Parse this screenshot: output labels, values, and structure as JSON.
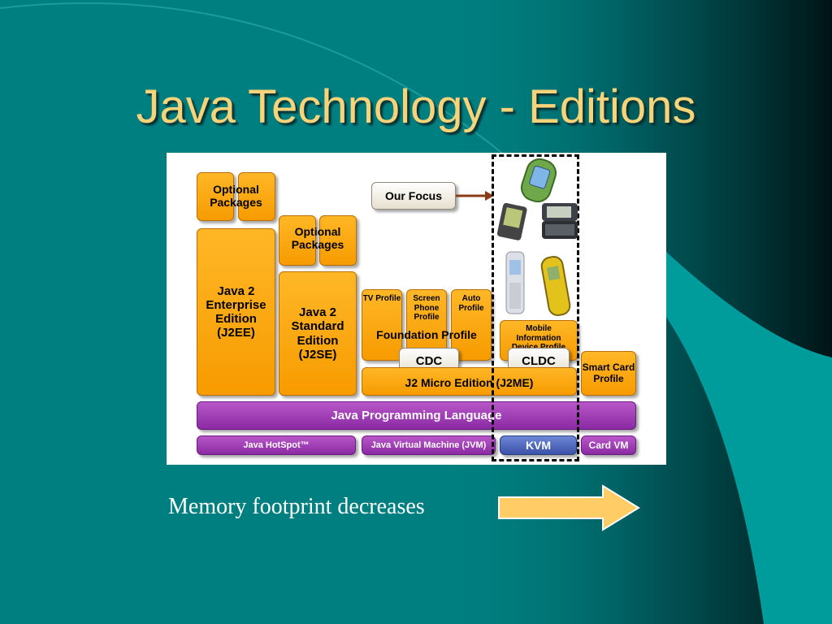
{
  "slide": {
    "title": "Java Technology - Editions",
    "caption": "Memory footprint decreases",
    "colors": {
      "background": "#007f80",
      "title": "#f7d47a",
      "accent": "#f79b00",
      "language_bar": "#9b3db5",
      "kvm": "#4c64b8"
    }
  },
  "diagram": {
    "our_focus": "Our Focus",
    "optional_packages_1": "Optional Packages",
    "optional_packages_2": "Optional Packages",
    "j2ee": "Java 2 Enterprise Edition (J2EE)",
    "j2se": "Java 2 Standard Edition (J2SE)",
    "tv_profile": "TV Profile",
    "screen_phone_profile": "Screen Phone Profile",
    "auto_profile": "Auto Profile",
    "foundation_profile": "Foundation Profile",
    "cdc": "CDC",
    "midp": "Mobile Information Device Profile",
    "cldc": "CLDC",
    "smart_card_profile": "Smart Card Profile",
    "j2me": "J2 Micro Edition (J2ME)",
    "java_language": "Java Programming Language",
    "hotspot": "Java HotSpot™",
    "jvm": "Java Virtual Machine (JVM)",
    "kvm": "KVM",
    "card_vm": "Card VM",
    "devices": [
      "smartphone-icon",
      "pda-icon",
      "communicator-icon",
      "flip-phone-icon",
      "mobile-phone-icon"
    ]
  }
}
